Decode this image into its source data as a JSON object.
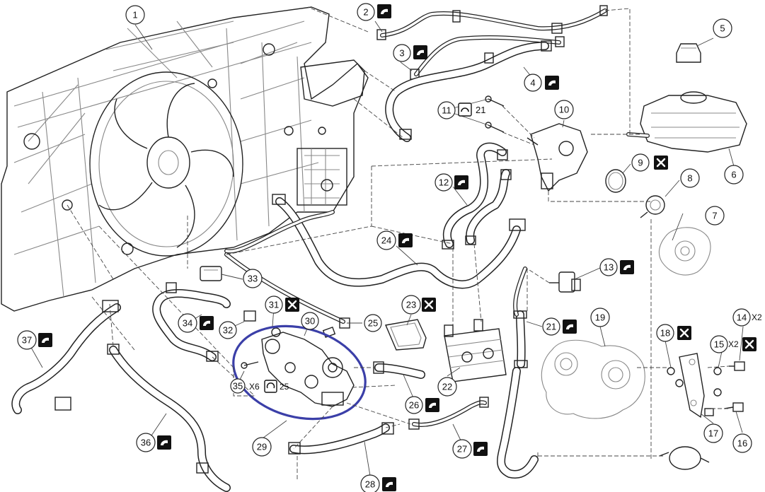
{
  "callouts": [
    {
      "id": "1",
      "label": "1"
    },
    {
      "id": "2",
      "label": "2"
    },
    {
      "id": "3",
      "label": "3"
    },
    {
      "id": "4",
      "label": "4"
    },
    {
      "id": "5",
      "label": "5"
    },
    {
      "id": "6",
      "label": "6"
    },
    {
      "id": "7",
      "label": "7"
    },
    {
      "id": "8",
      "label": "8"
    },
    {
      "id": "9",
      "label": "9"
    },
    {
      "id": "10",
      "label": "10"
    },
    {
      "id": "11",
      "label": "11"
    },
    {
      "id": "12",
      "label": "12"
    },
    {
      "id": "13",
      "label": "13"
    },
    {
      "id": "14",
      "label": "14"
    },
    {
      "id": "15",
      "label": "15"
    },
    {
      "id": "16",
      "label": "16"
    },
    {
      "id": "17",
      "label": "17"
    },
    {
      "id": "18",
      "label": "18"
    },
    {
      "id": "19",
      "label": "19"
    },
    {
      "id": "21",
      "label": "21"
    },
    {
      "id": "22",
      "label": "22"
    },
    {
      "id": "23",
      "label": "23"
    },
    {
      "id": "24",
      "label": "24"
    },
    {
      "id": "25a",
      "label": "25"
    },
    {
      "id": "26",
      "label": "26"
    },
    {
      "id": "27",
      "label": "27"
    },
    {
      "id": "28",
      "label": "28"
    },
    {
      "id": "29",
      "label": "29"
    },
    {
      "id": "30",
      "label": "30"
    },
    {
      "id": "31",
      "label": "31"
    },
    {
      "id": "32",
      "label": "32"
    },
    {
      "id": "33",
      "label": "33"
    },
    {
      "id": "34",
      "label": "34"
    },
    {
      "id": "35",
      "label": "35"
    },
    {
      "id": "36",
      "label": "36"
    },
    {
      "id": "37",
      "label": "37"
    }
  ],
  "annotations": {
    "torque_11": "21",
    "torque_35": "25",
    "qty_35": "X6",
    "qty_14": "X2",
    "qty_15": "X2"
  },
  "colors": {
    "highlight": "#3b3fa8",
    "ink": "#222222",
    "badge": "#111111"
  },
  "icons": {
    "hose_clip": "hose-clip-icon",
    "replace": "replace-part-icon",
    "torque": "torque-wrench-icon"
  }
}
